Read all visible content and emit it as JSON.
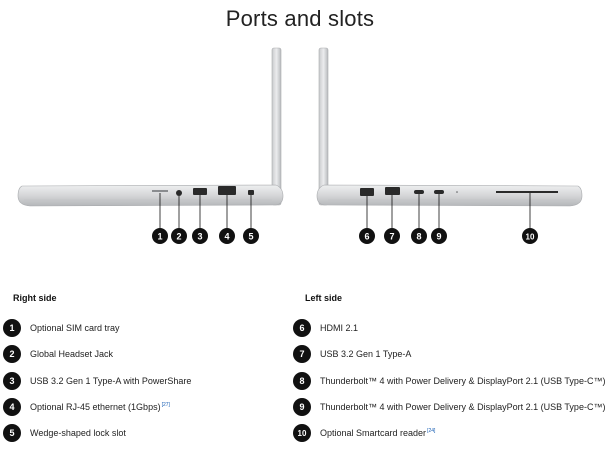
{
  "page": {
    "title": "Ports and slots"
  },
  "right_side": {
    "heading": "Right side",
    "items": [
      {
        "number": "1",
        "label": "Optional SIM card tray",
        "footnote": ""
      },
      {
        "number": "2",
        "label": "Global Headset Jack",
        "footnote": ""
      },
      {
        "number": "3",
        "label": "USB 3.2 Gen 1 Type-A with PowerShare",
        "footnote": ""
      },
      {
        "number": "4",
        "label": "Optional RJ-45 ethernet (1Gbps)",
        "footnote": "[27]"
      },
      {
        "number": "5",
        "label": "Wedge-shaped lock slot",
        "footnote": ""
      }
    ]
  },
  "left_side": {
    "heading": "Left side",
    "items": [
      {
        "number": "6",
        "label": "HDMI 2.1",
        "footnote": ""
      },
      {
        "number": "7",
        "label": "USB 3.2 Gen 1 Type-A",
        "footnote": ""
      },
      {
        "number": "8",
        "label": "Thunderbolt™ 4 with Power Delivery & DisplayPort 2.1 (USB Type-C™)",
        "footnote": ""
      },
      {
        "number": "9",
        "label": "Thunderbolt™ 4 with Power Delivery & DisplayPort 2.1 (USB Type-C™)",
        "footnote": ""
      },
      {
        "number": "10",
        "label": "Optional Smartcard reader",
        "footnote": "[24]"
      }
    ]
  },
  "colors": {
    "laptop_body": "#d9dadc",
    "laptop_edge": "#a9abae",
    "port": "#222222",
    "callout": "#111111",
    "footnote_link": "#1a5fb4"
  }
}
